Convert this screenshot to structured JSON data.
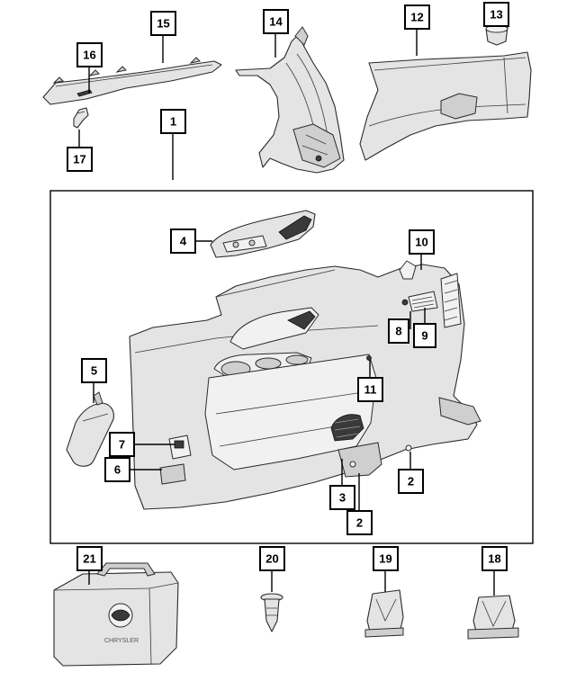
{
  "callouts": {
    "c1": "1",
    "c2a": "2",
    "c2b": "2",
    "c3": "3",
    "c4": "4",
    "c5": "5",
    "c6": "6",
    "c7": "7",
    "c8": "8",
    "c9": "9",
    "c10": "10",
    "c11": "11",
    "c12": "12",
    "c13": "13",
    "c14": "14",
    "c15": "15",
    "c16": "16",
    "c17": "17",
    "c18": "18",
    "c19": "19",
    "c20": "20",
    "c21": "21"
  },
  "kit_case_emboss": "CHRYSLER",
  "colors": {
    "line": "#2a2a2a",
    "fill": "#e4e4e4",
    "callout_border": "#000000"
  }
}
